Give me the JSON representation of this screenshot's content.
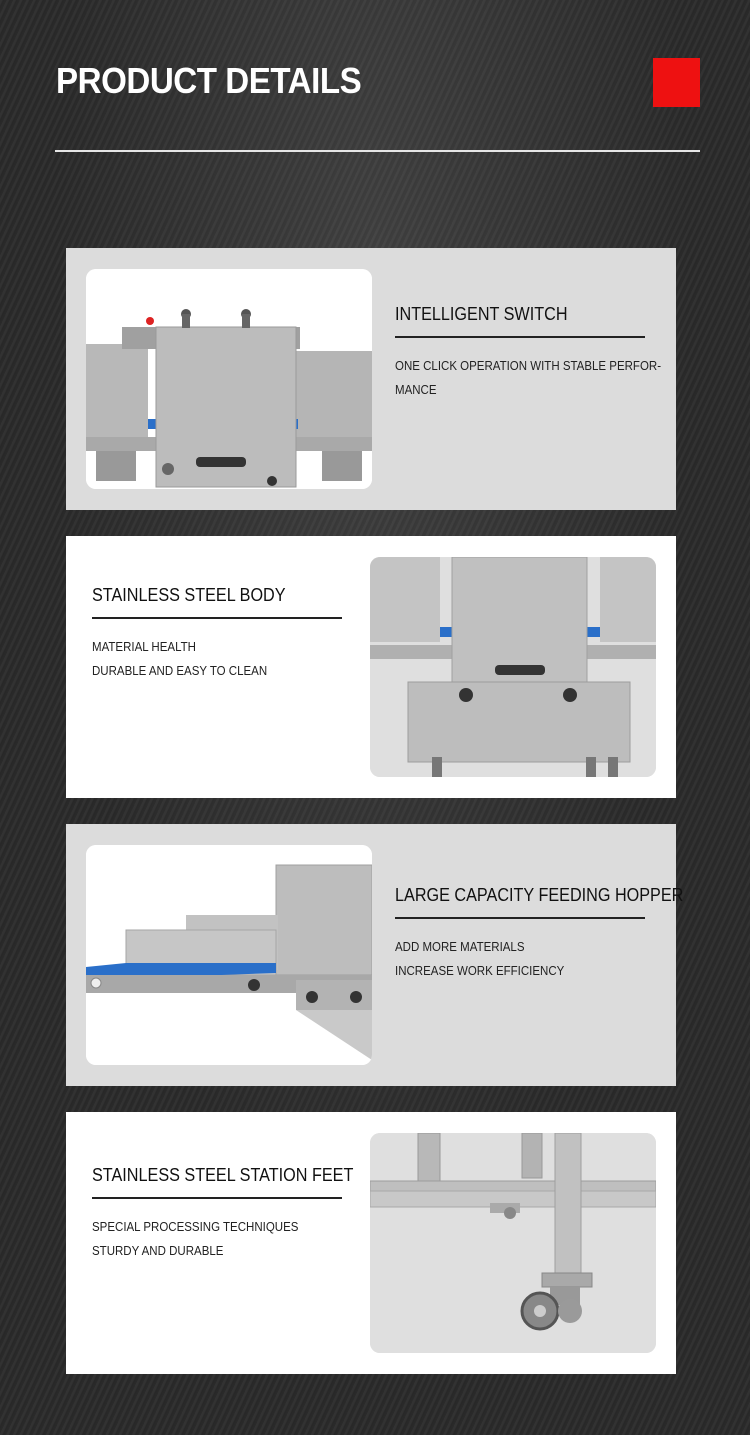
{
  "page": {
    "title": "PRODUCT DETAILS",
    "accent_color": "#ee1111"
  },
  "features": [
    {
      "title": "INTELLIGENT SWITCH",
      "lines": [
        "ONE CLICK OPERATION WITH STABLE PERFOR-",
        "MANCE"
      ],
      "photo_icon": "machine-front-view-image"
    },
    {
      "title": "STAINLESS STEEL BODY",
      "lines": [
        "MATERIAL HEALTH",
        "DURABLE AND EASY TO CLEAN"
      ],
      "photo_icon": "machine-body-closeup-image"
    },
    {
      "title": "LARGE CAPACITY FEEDING HOPPER",
      "lines": [
        "ADD MORE MATERIALS",
        "INCREASE WORK EFFICIENCY"
      ],
      "photo_icon": "feeding-hopper-image"
    },
    {
      "title": "STAINLESS STEEL STATION FEET",
      "lines": [
        "SPECIAL PROCESSING TECHNIQUES",
        "STURDY AND DURABLE"
      ],
      "photo_icon": "station-feet-caster-image"
    }
  ]
}
